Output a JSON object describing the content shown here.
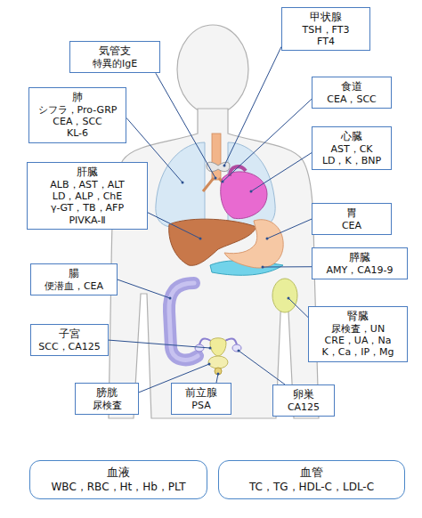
{
  "diagram": {
    "nodes": [
      {
        "text": [
          "甲状腺",
          "TSH，FT3 FT4"
        ]
      },
      {
        "text": [
          "気管支",
          "特異的IgE"
        ]
      },
      {
        "text": [
          "食道",
          "CEA，SCC"
        ]
      },
      {
        "text": [
          "肺",
          "シフラ，Pro-GRP CEA，SCC KL-6"
        ]
      },
      {
        "text": [
          "心臓",
          "AST，CK LD，K，BNP"
        ]
      },
      {
        "text": [
          "肝臓",
          "ALB，AST，ALT LD，ALP，ChE γ-GT，TB，AFP PIVKA-Ⅱ"
        ]
      },
      {
        "text": [
          "胃",
          "CEA"
        ]
      },
      {
        "text": [
          "膵臓",
          "AMY，CA19-9"
        ]
      },
      {
        "text": [
          "腸",
          "便潜血，CEA"
        ]
      },
      {
        "text": [
          "腎臓",
          "尿検査，UN CRE，UA，Na K，Ca，IP，Mg"
        ]
      },
      {
        "text": [
          "子宮",
          "SCC，CA125"
        ]
      },
      {
        "text": [
          "膀胱",
          "尿検査"
        ]
      },
      {
        "text": [
          "前立腺",
          "PSA"
        ]
      },
      {
        "text": [
          "卵巣",
          "CA125"
        ]
      },
      {
        "text": [
          "血液",
          "WBC，RBC，Ht，Hb，PLT"
        ]
      },
      {
        "text": [
          "血管",
          "TC，TG，HDL-C，LDL-C"
        ]
      }
    ]
  }
}
